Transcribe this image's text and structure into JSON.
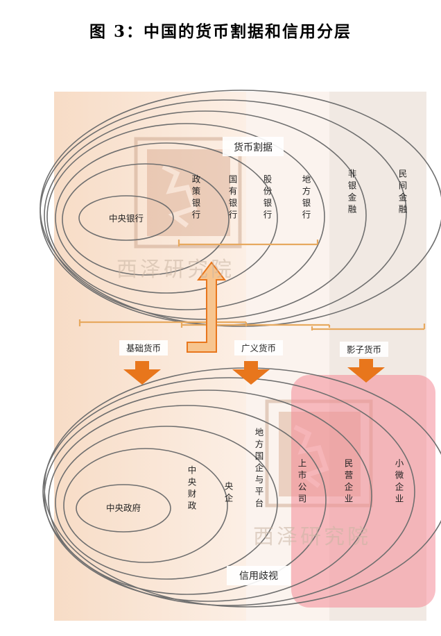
{
  "title": "图 3：中国的货币割据和信用分层",
  "watermark": "西泽研究院",
  "top_diagram": {
    "header": "货币割据",
    "layers": [
      {
        "label": "中央银行",
        "orientation": "horizontal"
      },
      {
        "label": "政策银行",
        "orientation": "vertical"
      },
      {
        "label": "国有银行",
        "orientation": "vertical"
      },
      {
        "label": "股份银行",
        "orientation": "vertical"
      },
      {
        "label": "地方银行",
        "orientation": "vertical"
      },
      {
        "label": "非银金融",
        "orientation": "vertical"
      },
      {
        "label": "民间金融",
        "orientation": "vertical"
      }
    ]
  },
  "money_types": [
    {
      "label": "基础货币"
    },
    {
      "label": "广义货币"
    },
    {
      "label": "影子货币"
    }
  ],
  "bottom_diagram": {
    "footer": "信用歧视",
    "layers": [
      {
        "label": "中央政府",
        "orientation": "horizontal"
      },
      {
        "label": "中央财政",
        "orientation": "vertical"
      },
      {
        "label": "央企",
        "orientation": "vertical"
      },
      {
        "label": "地方国企与平台",
        "orientation": "vertical"
      },
      {
        "label": "上市公司",
        "orientation": "vertical"
      },
      {
        "label": "民营企业",
        "orientation": "vertical"
      },
      {
        "label": "小微企业",
        "orientation": "vertical"
      }
    ]
  },
  "colors": {
    "background_band": "#fae9dc",
    "right_band": "#f3ebe4",
    "highlight": "#f48a97",
    "arrow": "#e8761c",
    "ellipse": "#6f6f6f",
    "bracket": "#e7a95f"
  }
}
